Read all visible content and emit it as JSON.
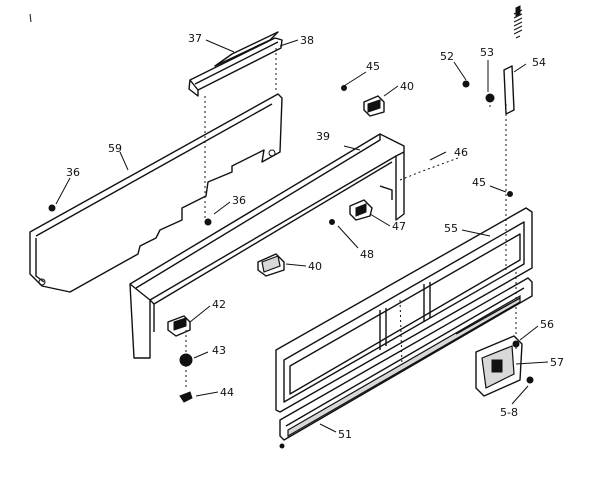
{
  "callouts": {
    "c37": "37",
    "c38": "38",
    "c45a": "45",
    "c40a": "40",
    "c52": "52",
    "c53": "53",
    "c54": "54",
    "c59": "59",
    "c36a": "36",
    "c36b": "36",
    "c39": "39",
    "c46": "46",
    "c45b": "45",
    "c47": "47",
    "c48": "48",
    "c55": "55",
    "c40b": "40",
    "c42": "42",
    "c43": "43",
    "c44": "44",
    "c56": "56",
    "c57": "57",
    "c58": "5-8",
    "c51": "51"
  }
}
